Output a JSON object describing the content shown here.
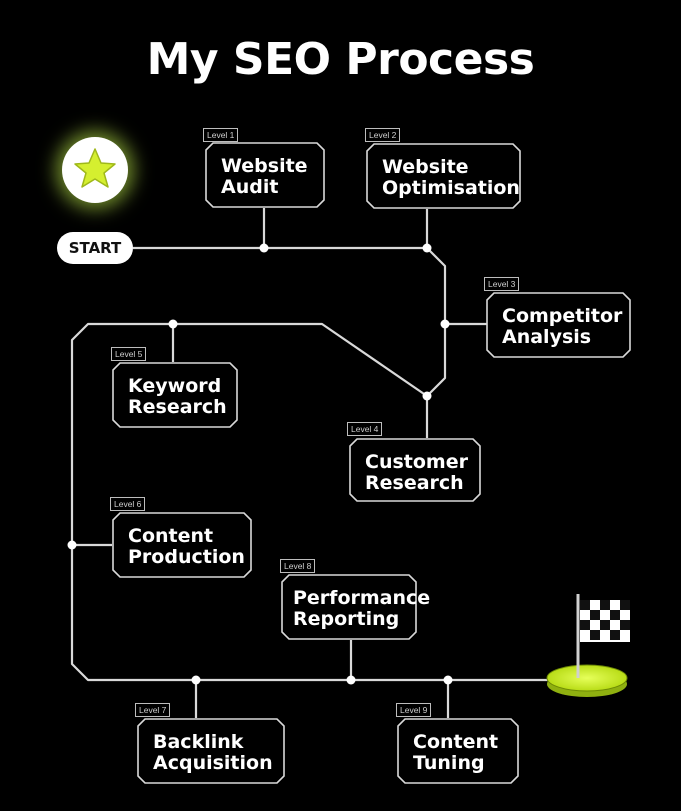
{
  "title": "My SEO Process",
  "start_label": "START",
  "colors": {
    "background": "#000000",
    "line": "#d9d9d9",
    "accent": "#c9ef2b",
    "text": "#ffffff"
  },
  "icons": [
    "star-icon",
    "checkered-flag-icon"
  ],
  "steps": [
    {
      "level": "Level 1",
      "label": "Website\nAudit"
    },
    {
      "level": "Level 2",
      "label": "Website\nOptimisation"
    },
    {
      "level": "Level 3",
      "label": "Competitor\nAnalysis"
    },
    {
      "level": "Level 4",
      "label": "Customer\nResearch"
    },
    {
      "level": "Level 5",
      "label": "Keyword\nResearch"
    },
    {
      "level": "Level 6",
      "label": "Content\nProduction"
    },
    {
      "level": "Level 7",
      "label": "Backlink\nAcquisition"
    },
    {
      "level": "Level 8",
      "label": "Performance\nReporting"
    },
    {
      "level": "Level 9",
      "label": "Content\nTuning"
    }
  ]
}
